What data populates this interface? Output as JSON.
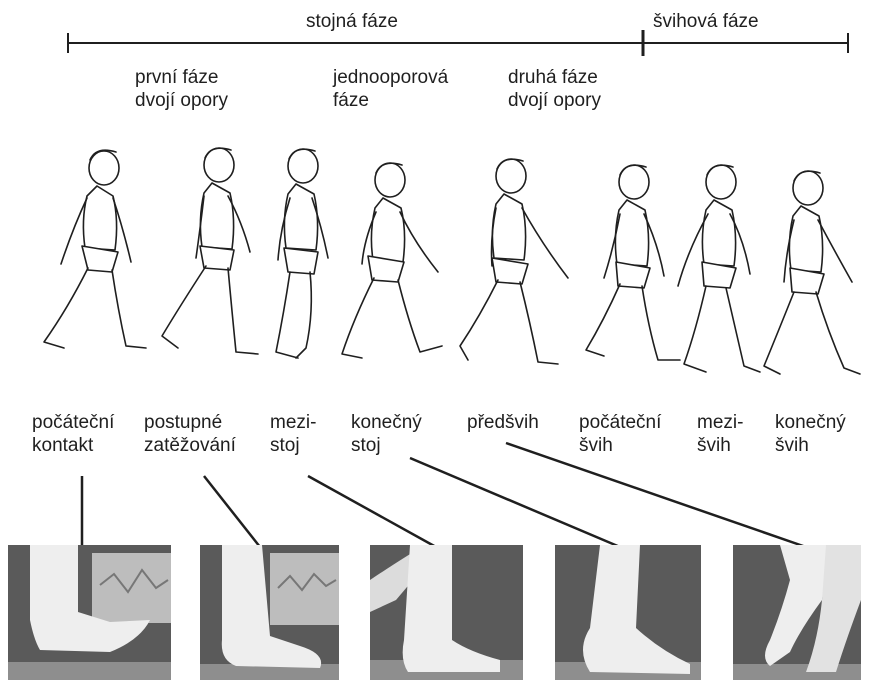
{
  "phase_bar": {
    "stance_label": "stojná fáze",
    "swing_label": "švihová fáze"
  },
  "subphases": {
    "first_double_support": [
      "první fáze",
      "dvojí opory"
    ],
    "single_support": [
      "jednooporová",
      "fáze"
    ],
    "second_double_support": [
      "druhá fáze",
      "dvojí opory"
    ]
  },
  "gait_events": [
    [
      "počáteční",
      "kontakt"
    ],
    [
      "postupné",
      "zatěžování"
    ],
    [
      "mezi-",
      "stoj"
    ],
    [
      "konečný",
      "stoj"
    ],
    [
      "předšvih"
    ],
    [
      "počáteční",
      "švih"
    ],
    [
      "mezi-",
      "švih"
    ],
    [
      "konečný",
      "švih"
    ]
  ],
  "colors": {
    "ink": "#1f1f1f",
    "photo_dark": "#5a5a5a",
    "photo_floor": "#8e8e8e",
    "skin": "#eeeeee"
  }
}
